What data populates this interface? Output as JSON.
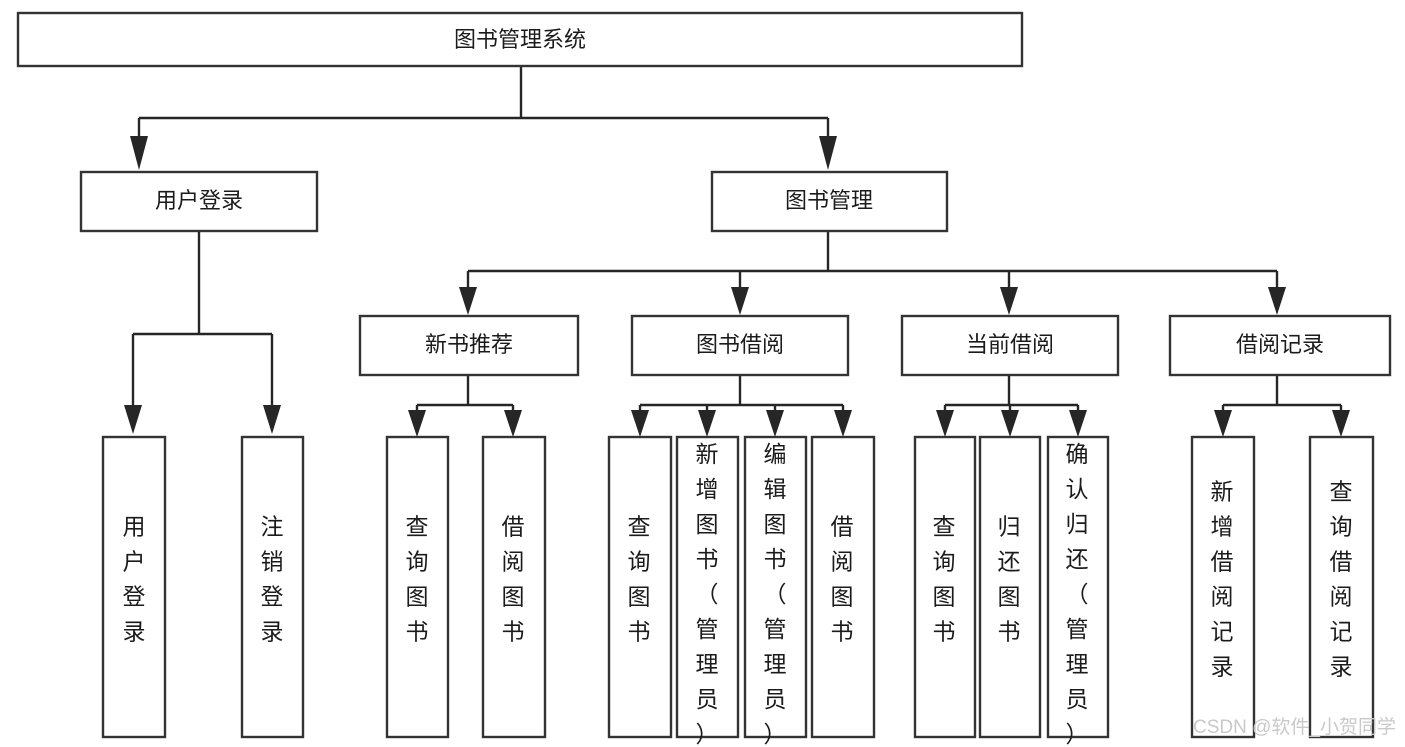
{
  "diagram": {
    "title": "图书管理系统",
    "type": "hierarchy-tree",
    "colors": {
      "box_stroke": "#333333",
      "box_fill": "#ffffff",
      "edge": "#262626",
      "text": "#1b1b1b",
      "watermark": "#c9c9c9",
      "background": "#ffffff"
    },
    "root": {
      "label": "图书管理系统"
    },
    "level2": [
      {
        "label": "用户登录"
      },
      {
        "label": "图书管理"
      }
    ],
    "level3": [
      {
        "label": "新书推荐"
      },
      {
        "label": "图书借阅"
      },
      {
        "label": "当前借阅"
      },
      {
        "label": "借阅记录"
      }
    ],
    "leaves": {
      "user_login": [
        {
          "label": "用户登录"
        },
        {
          "label": "注销登录"
        }
      ],
      "new_book_recommend": [
        {
          "label": "查询图书"
        },
        {
          "label": "借阅图书"
        }
      ],
      "book_borrow": [
        {
          "label": "查询图书"
        },
        {
          "label": "新增图书（管理员）"
        },
        {
          "label": "编辑图书（管理员）"
        },
        {
          "label": "借阅图书"
        }
      ],
      "current_borrow": [
        {
          "label": "查询图书"
        },
        {
          "label": "归还图书"
        },
        {
          "label": "确认归还（管理员）"
        }
      ],
      "borrow_record": [
        {
          "label": "新增借阅记录"
        },
        {
          "label": "查询借阅记录"
        }
      ]
    }
  },
  "watermark": {
    "text": "CSDN @软件_小贺同学"
  }
}
